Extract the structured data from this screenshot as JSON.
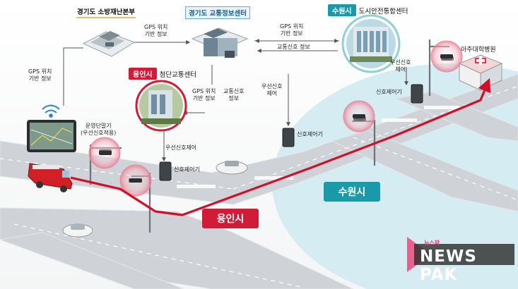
{
  "colors": {
    "route": "#d0102a",
    "suwon_area": "#d4ecf2",
    "yongin_pill": "#d21b38",
    "suwon_pill": "#1a9aa8",
    "road": "#c9ccd0",
    "watermark_accent": "#e84a7a"
  },
  "icons": [
    "wifi-icon",
    "tablet-device-icon",
    "fire-truck-icon",
    "white-car-icon",
    "hospital-icon",
    "traffic-signal-icon",
    "signal-controller-box-icon",
    "signal-radius-icon"
  ],
  "centers": {
    "fire": "경기도 소방재난본부",
    "traffic_info": "경기도 교통정보센터",
    "yongin": {
      "pill": "용인시",
      "suffix": "첨단교통센터"
    },
    "suwon": {
      "pill": "수원시",
      "suffix": "도시안전통합센터"
    }
  },
  "labels": {
    "gps_left": [
      "GPS 위치",
      "기반 정보"
    ],
    "gps_fire_to_info": [
      "GPS 위치",
      "기반 정보"
    ],
    "gps_info_suwon": [
      "GPS 위치",
      "기반 정보"
    ],
    "traffic_info_flow": "교통신호 정보",
    "gps_yongin": [
      "GPS 위치",
      "기반 정보"
    ],
    "signal_info_yongin": [
      "교통신호",
      "정보"
    ],
    "priority_ctrl_right": [
      "우선신호",
      "제어"
    ],
    "priority_ctrl_suwon": [
      "우선신호",
      "제어"
    ],
    "priority_ctrl_yongin": "우선신호제어",
    "controller_suwon": "신호제어기",
    "controller_center": "신호제어기",
    "controller_yongin": "신호제어기",
    "terminal": [
      "운영단말기",
      "(우선신호적용)"
    ],
    "hospital": "아주대학병원"
  },
  "cities": {
    "yongin": "용인시",
    "suwon": "수원시"
  },
  "watermark": {
    "small": "뉴스팍",
    "big": "NEWS PAK"
  }
}
